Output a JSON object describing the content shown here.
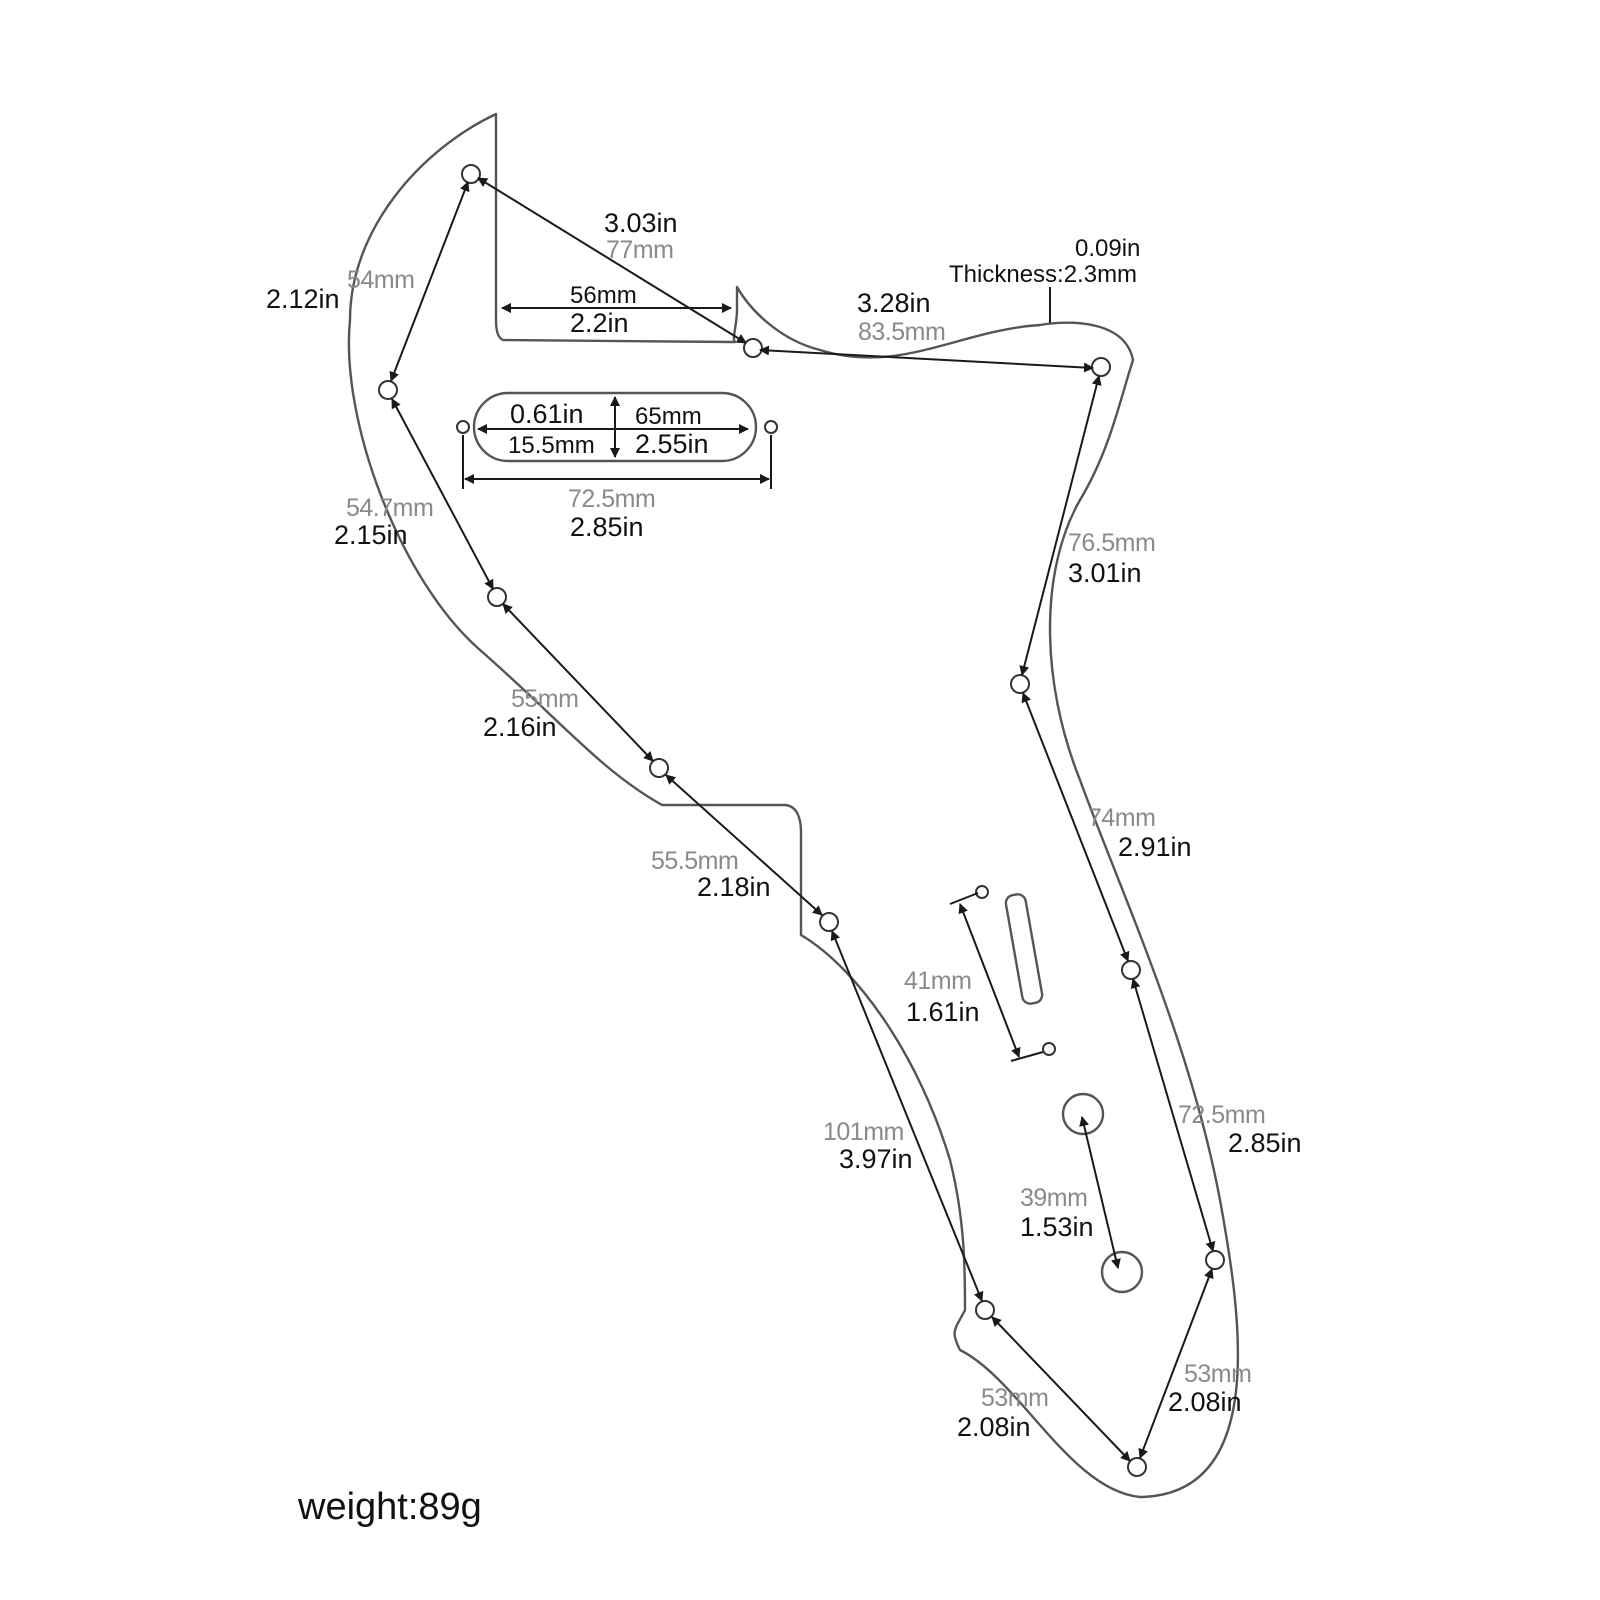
{
  "weight": "weight:89g",
  "thickness": {
    "inches": "0.09in",
    "label": "Thickness:2.3mm"
  },
  "pickup": {
    "height_in": "0.61in",
    "height_mm": "15.5mm",
    "length_mm": "65mm",
    "length_in": "2.55in",
    "span_mm": "72.5mm",
    "span_in": "2.85in"
  },
  "top_edge": {
    "mm": "56mm",
    "in": "2.2in"
  },
  "screw_distances": [
    {
      "id": "h1-h2",
      "in": "3.03in",
      "mm": "77mm"
    },
    {
      "id": "h2-h3",
      "in": "3.28in",
      "mm": "83.5mm"
    },
    {
      "id": "h1-h4",
      "in": "2.12in",
      "mm": "54mm"
    },
    {
      "id": "h4-h5",
      "in": "2.15in",
      "mm": "54.7mm"
    },
    {
      "id": "h5-h6",
      "in": "2.16in",
      "mm": "55mm"
    },
    {
      "id": "h6-h7",
      "in": "2.18in",
      "mm": "55.5mm"
    },
    {
      "id": "h7-h8",
      "in": "3.97in",
      "mm": "101mm"
    },
    {
      "id": "h3-h13",
      "in": "3.01in",
      "mm": "76.5mm"
    },
    {
      "id": "h13-h12",
      "in": "2.91in",
      "mm": "74mm"
    },
    {
      "id": "h12-h11",
      "in": "2.85in",
      "mm": "72.5mm"
    },
    {
      "id": "h11-h9",
      "in": "2.08in",
      "mm": "53mm"
    },
    {
      "id": "h8-h9",
      "in": "2.08in",
      "mm": "53mm"
    }
  ],
  "switch": {
    "mm": "41mm",
    "in": "1.61in"
  },
  "controls": {
    "mm": "39mm",
    "in": "1.53in"
  }
}
